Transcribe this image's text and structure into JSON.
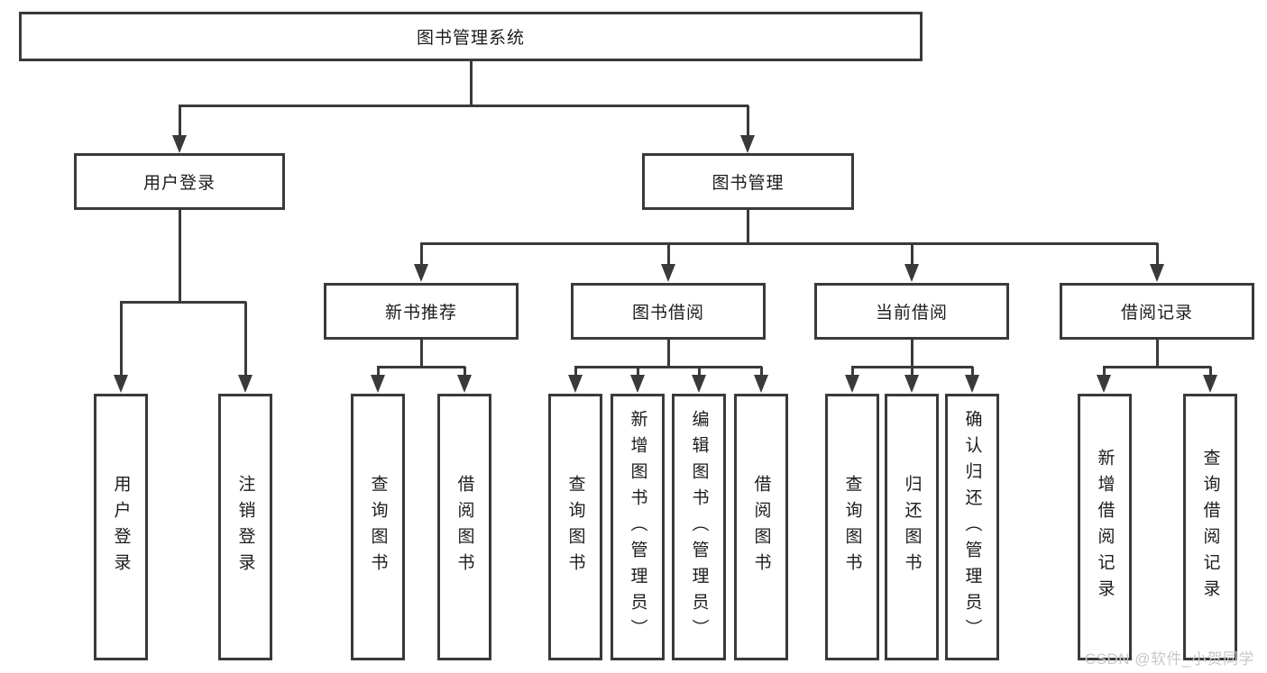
{
  "tree": {
    "label": "图书管理系统",
    "children": [
      {
        "label": "用户登录",
        "children": [
          {
            "label": "用户登录"
          },
          {
            "label": "注销登录"
          }
        ]
      },
      {
        "label": "图书管理",
        "children": [
          {
            "label": "新书推荐",
            "children": [
              {
                "label": "查询图书"
              },
              {
                "label": "借阅图书"
              }
            ]
          },
          {
            "label": "图书借阅",
            "children": [
              {
                "label": "查询图书"
              },
              {
                "label": "新增图书（管理员）"
              },
              {
                "label": "编辑图书（管理员）"
              },
              {
                "label": "借阅图书"
              }
            ]
          },
          {
            "label": "当前借阅",
            "children": [
              {
                "label": "查询图书"
              },
              {
                "label": "归还图书"
              },
              {
                "label": "确认归还（管理员）"
              }
            ]
          },
          {
            "label": "借阅记录",
            "children": [
              {
                "label": "新增借阅记录"
              },
              {
                "label": "查询借阅记录"
              }
            ]
          }
        ]
      }
    ]
  },
  "watermark": {
    "text": "CSDN @软件_小贺同学"
  },
  "colors": {
    "line": "#3a3a3a",
    "box_border": "#3a3a3a",
    "text": "#1c1c1c",
    "watermark": "#c8c8c8",
    "background": "#ffffff"
  }
}
